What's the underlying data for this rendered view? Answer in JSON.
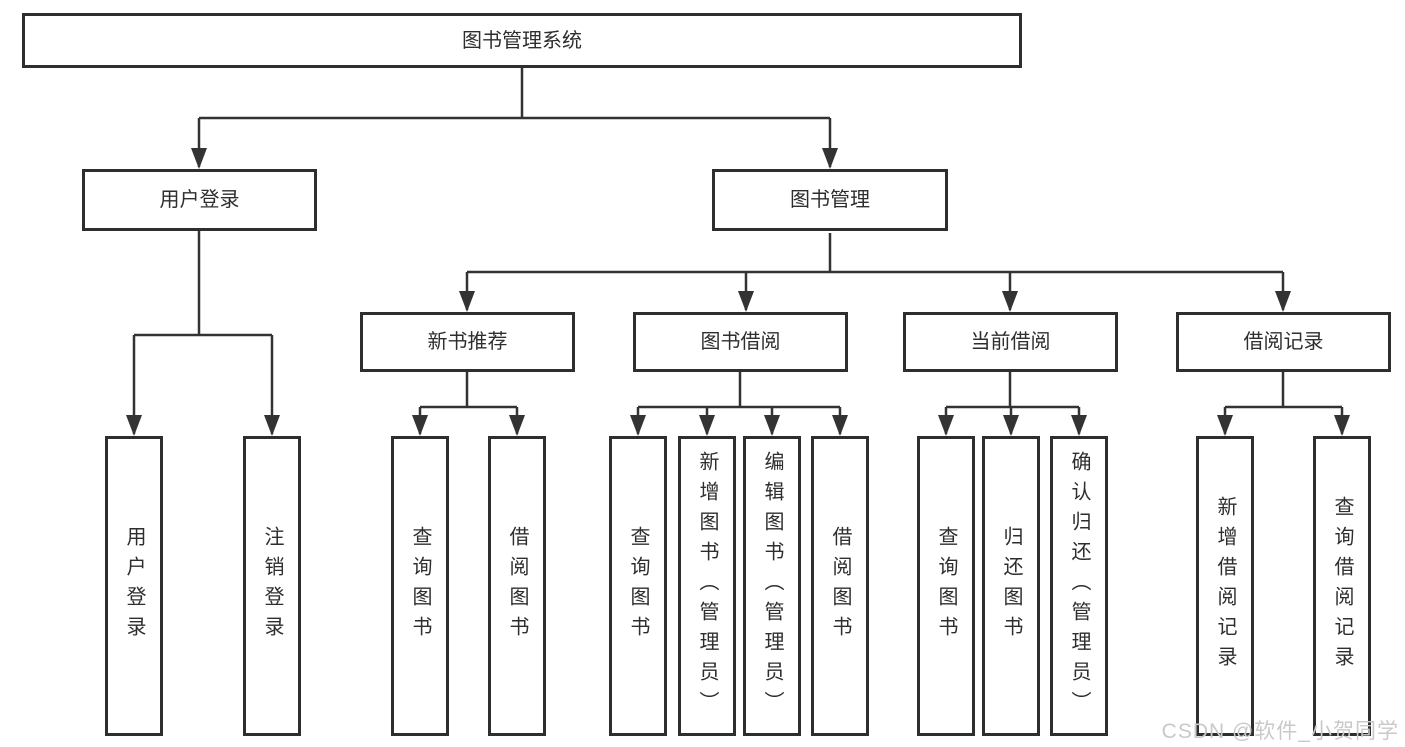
{
  "tree": {
    "root": {
      "label": "图书管理系统"
    },
    "branches": [
      {
        "label": "用户登录",
        "children": [
          {
            "label": "用户登录"
          },
          {
            "label": "注销登录"
          }
        ]
      },
      {
        "label": "图书管理",
        "children": [
          {
            "label": "新书推荐",
            "children": [
              {
                "label": "查询图书"
              },
              {
                "label": "借阅图书"
              }
            ]
          },
          {
            "label": "图书借阅",
            "children": [
              {
                "label": "查询图书"
              },
              {
                "label": "新增图书（管理员）"
              },
              {
                "label": "编辑图书（管理员）"
              },
              {
                "label": "借阅图书"
              }
            ]
          },
          {
            "label": "当前借阅",
            "children": [
              {
                "label": "查询图书"
              },
              {
                "label": "归还图书"
              },
              {
                "label": "确认归还（管理员）"
              }
            ]
          },
          {
            "label": "借阅记录",
            "children": [
              {
                "label": "新增借阅记录"
              },
              {
                "label": "查询借阅记录"
              }
            ]
          }
        ]
      }
    ]
  },
  "watermark": "CSDN @软件_小贺同学",
  "colors": {
    "line": "#333333",
    "box_border": "#2e2e2e",
    "text": "#2e2e2e",
    "watermark": "#c9c9c9",
    "background": "#ffffff"
  }
}
